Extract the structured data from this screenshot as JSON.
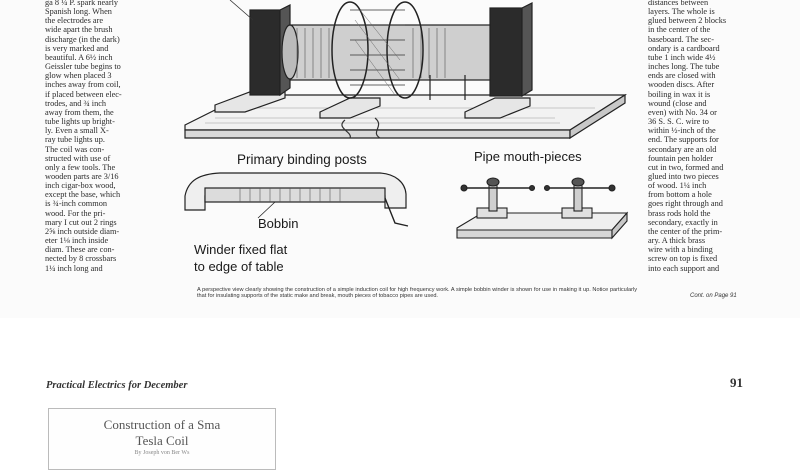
{
  "left_column": [
    "ga 8 ¼ P. spark nearly",
    "Spanish long. When",
    "the electrodes are",
    "wide apart the brush",
    "discharge (in the dark)",
    "is very marked and",
    "beautiful. A 6½ inch",
    "Geissler tube begins to",
    "glow when placed 3",
    "inches away from coil,",
    "if placed between elec-",
    "trodes, and ¾ inch",
    "away from them, the",
    "tube lights up bright-",
    "ly. Even a small X-",
    "ray tube lights up.",
    "The coil was con-",
    "structed with use of",
    "only a few tools. The",
    "wooden parts are 3/16",
    "inch cigar-box wood,",
    "except the base, which",
    "is ¾-inch common",
    "wood. For the pri-",
    "mary I cut out 2 rings",
    "2⅝ inch outside diam-",
    "eter 1⅛ inch inside",
    "diam. These are con-",
    "nected by 8 crossbars",
    "1¼ inch long and"
  ],
  "right_column": [
    "distances between",
    "layers. The whole is",
    "glued between 2 blocks",
    "in the center of the",
    "baseboard. The sec-",
    "ondary is a cardboard",
    "tube 1 inch wide 4½",
    "inches long. The tube",
    "ends are closed with",
    "wooden discs. After",
    "boiling in wax it is",
    "wound (close and",
    "even) with No. 34 or",
    "36 S. S. C. wire to",
    "within ½-inch of the",
    "end. The supports for",
    "secondary are an old",
    "fountain pen holder",
    "cut in two, formed and",
    "glued into two pieces",
    "of wood. 1¼ inch",
    "from bottom a hole",
    "goes right through and",
    "brass rods hold the",
    "secondary, exactly in",
    "the center of the prim-",
    "ary. A thick brass",
    "wire with a binding",
    "screw on top is fixed",
    "into each support and"
  ],
  "labels": {
    "primary_binding_posts": "Primary binding posts",
    "pipe_mouth_pieces": "Pipe mouth-pieces",
    "bobbin": "Bobbin",
    "winder_line1": "Winder fixed flat",
    "winder_line2": "to edge of table"
  },
  "caption": "A perspective view clearly showing the construction of a simple induction coil for high frequency work. A simple bobbin winder is shown for use in making it up. Notice particularly that for insulating supports of the static make and break, mouth pieces of tobacco pipes are used.",
  "continued": "Cont. on Page 91",
  "running_head": "Practical Electrics for December",
  "page_number": "91",
  "article_title_line1": "Construction of a Sma",
  "article_title_line2": "Tesla Coil",
  "byline": "By Joseph von Ber Ws"
}
